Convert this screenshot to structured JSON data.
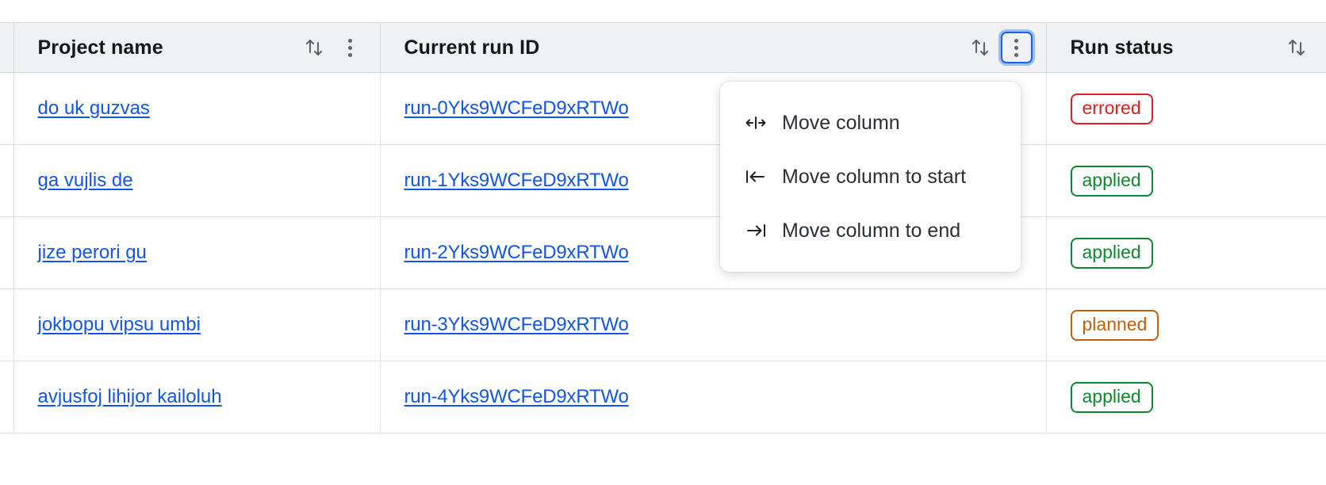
{
  "table": {
    "columns": [
      {
        "key": "select",
        "label": "",
        "icons": []
      },
      {
        "key": "project",
        "label": "Project name",
        "icons": [
          "sort-icon",
          "kebab-icon"
        ]
      },
      {
        "key": "run",
        "label": "Current run ID",
        "icons": [
          "sort-icon",
          "kebab-icon"
        ]
      },
      {
        "key": "status",
        "label": "Run status",
        "icons": [
          "sort-icon"
        ]
      }
    ],
    "rows": [
      {
        "project": "do uk guzvas",
        "run": "run-0Yks9WCFeD9xRTWo",
        "status": "errored",
        "status_kind": "errored"
      },
      {
        "project": "ga vujlis de",
        "run": "run-1Yks9WCFeD9xRTWo",
        "status": "applied",
        "status_kind": "applied"
      },
      {
        "project": "jize perori gu",
        "run": "run-2Yks9WCFeD9xRTWo",
        "status": "applied",
        "status_kind": "applied"
      },
      {
        "project": "jokbopu vipsu umbi",
        "run": "run-3Yks9WCFeD9xRTWo",
        "status": "planned",
        "status_kind": "planned"
      },
      {
        "project": "avjusfoj lihijor kailoluh",
        "run": "run-4Yks9WCFeD9xRTWo",
        "status": "applied",
        "status_kind": "applied"
      }
    ]
  },
  "column_menu": {
    "open_for_column": "Current run ID",
    "items": [
      {
        "label": "Move column",
        "icon": "move-column-icon"
      },
      {
        "label": "Move column to start",
        "icon": "move-to-start-icon"
      },
      {
        "label": "Move column to end",
        "icon": "move-to-end-icon"
      }
    ]
  },
  "colors": {
    "link": "#1155ec",
    "errored": "#e01d1d",
    "applied": "#0a8a2c",
    "planned": "#c2600b",
    "focus_ring": "#9cbdf5",
    "focus_border": "#1b63e3",
    "header_bg": "#eff1f3",
    "border": "#dfe2e6"
  }
}
